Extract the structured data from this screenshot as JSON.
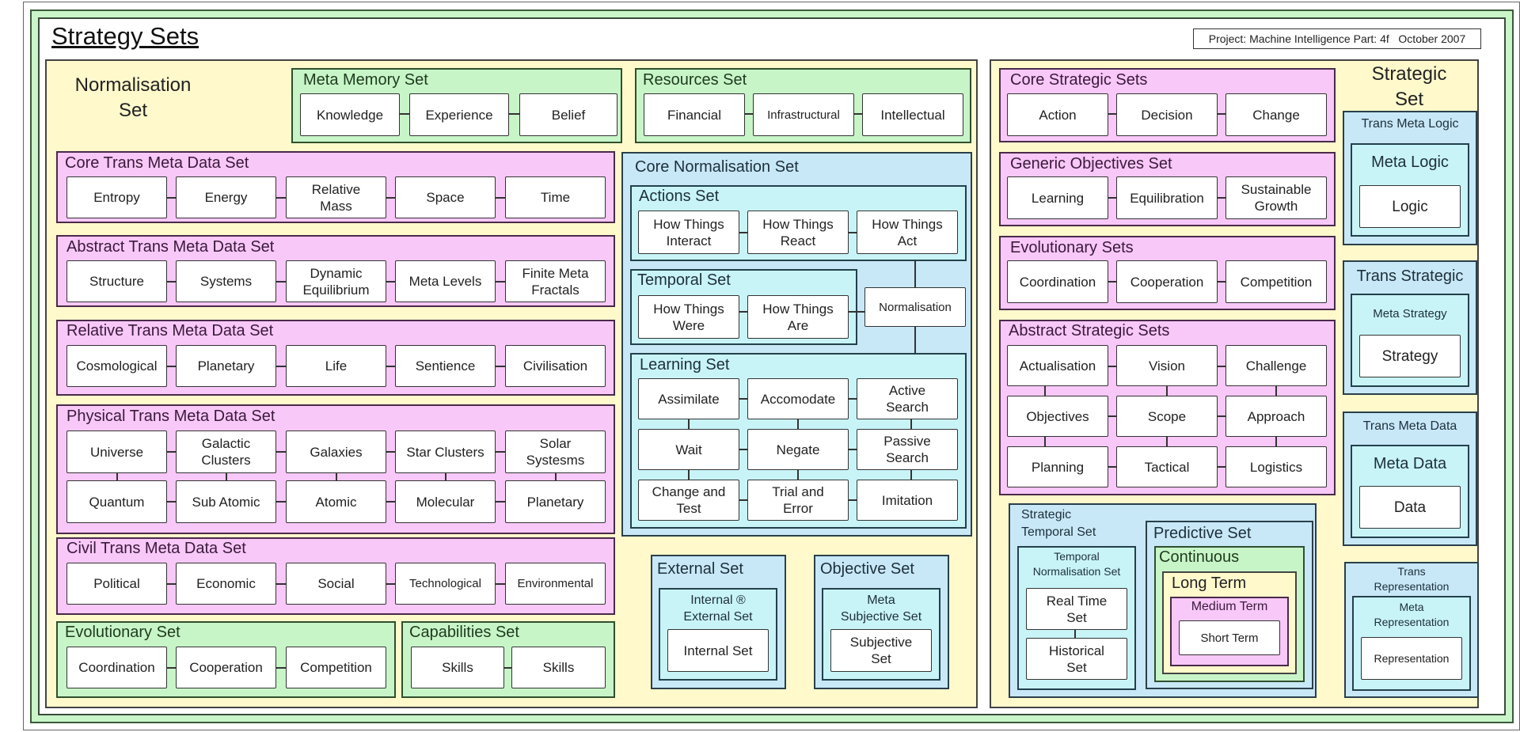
{
  "title": "Strategy Sets",
  "project_label": "Project: Machine Intelligence Part: 4f   October 2007",
  "normalisation": {
    "title": "Normalisation\nSet",
    "meta_memory": {
      "title": "Meta Memory Set",
      "items": [
        "Knowledge",
        "Experience",
        "Belief"
      ]
    },
    "resources": {
      "title": "Resources Set",
      "items": [
        "Financial",
        "Infrastructural",
        "Intellectual"
      ]
    },
    "core_trans_meta_data": {
      "title": "Core Trans Meta Data Set",
      "items": [
        "Entropy",
        "Energy",
        "Relative\nMass",
        "Space",
        "Time"
      ]
    },
    "abstract_trans_meta_data": {
      "title": "Abstract Trans Meta Data Set",
      "items": [
        "Structure",
        "Systems",
        "Dynamic\nEquilibrium",
        "Meta Levels",
        "Finite Meta\nFractals"
      ]
    },
    "relative_trans_meta_data": {
      "title": "Relative Trans Meta Data Set",
      "items": [
        "Cosmological",
        "Planetary",
        "Life",
        "Sentience",
        "Civilisation"
      ]
    },
    "physical_trans_meta_data": {
      "title": "Physical Trans Meta Data Set",
      "row1": [
        "Universe",
        "Galactic\nClusters",
        "Galaxies",
        "Star Clusters",
        "Solar\nSystesms"
      ],
      "row2": [
        "Quantum",
        "Sub Atomic",
        "Atomic",
        "Molecular",
        "Planetary"
      ]
    },
    "civil_trans_meta_data": {
      "title": "Civil Trans Meta Data Set",
      "items": [
        "Political",
        "Economic",
        "Social",
        "Technological",
        "Environmental"
      ]
    },
    "evolutionary": {
      "title": "Evolutionary Set",
      "items": [
        "Coordination",
        "Cooperation",
        "Competition"
      ]
    },
    "capabilities": {
      "title": "Capabilities Set",
      "items": [
        "Skills",
        "Skills"
      ]
    },
    "core_normalisation": {
      "title": "Core Normalisation Set",
      "actions": {
        "title": "Actions Set",
        "items": [
          "How Things\nInteract",
          "How Things\nReact",
          "How Things\nAct"
        ]
      },
      "temporal": {
        "title": "Temporal Set",
        "items": [
          "How Things\nWere",
          "How Things\nAre"
        ]
      },
      "normalisation_node": "Normalisation",
      "learning": {
        "title": "Learning Set",
        "rows": [
          [
            "Assimilate",
            "Accomodate",
            "Active\nSearch"
          ],
          [
            "Wait",
            "Negate",
            "Passive\nSearch"
          ],
          [
            "Change and\nTest",
            "Trial and\nError",
            "Imitation"
          ]
        ]
      }
    },
    "external": {
      "title": "External Set",
      "inner_title": "Internal ®\nExternal Set",
      "node": "Internal Set"
    },
    "objective": {
      "title": "Objective Set",
      "inner_title": "Meta\nSubjective Set",
      "node": "Subjective\nSet"
    }
  },
  "strategic": {
    "title": "Strategic\nSet",
    "core_strategic": {
      "title": "Core Strategic Sets",
      "items": [
        "Action",
        "Decision",
        "Change"
      ]
    },
    "generic_objectives": {
      "title": "Generic Objectives Set",
      "items": [
        "Learning",
        "Equilibration",
        "Sustainable\nGrowth"
      ]
    },
    "evolutionary": {
      "title": "Evolutionary Sets",
      "items": [
        "Coordination",
        "Cooperation",
        "Competition"
      ]
    },
    "abstract_strategic": {
      "title": "Abstract Strategic Sets",
      "rows": [
        [
          "Actualisation",
          "Vision",
          "Challenge"
        ],
        [
          "Objectives",
          "Scope",
          "Approach"
        ],
        [
          "Planning",
          "Tactical",
          "Logistics"
        ]
      ]
    },
    "strategic_temporal": {
      "title": "Strategic\nTemporal Set",
      "inner_title": "Temporal\nNormalisation Set",
      "items": [
        "Real Time\nSet",
        "Historical\nSet"
      ]
    },
    "predictive": {
      "title": "Predictive Set",
      "continuous": "Continuous",
      "long_term": "Long Term",
      "medium_term": "Medium Term",
      "short_term": "Short Term"
    },
    "trans_meta_logic": {
      "title": "Trans Meta Logic",
      "inner_title": "Meta Logic",
      "node": "Logic"
    },
    "trans_strategic": {
      "title": "Trans Strategic",
      "inner_title": "Meta Strategy",
      "node": "Strategy"
    },
    "trans_meta_data": {
      "title": "Trans Meta Data",
      "inner_title": "Meta Data",
      "node": "Data"
    },
    "trans_representation": {
      "title": "Trans\nRepresentation",
      "inner_title": "Meta\nRepresentation",
      "node": "Representation"
    }
  }
}
